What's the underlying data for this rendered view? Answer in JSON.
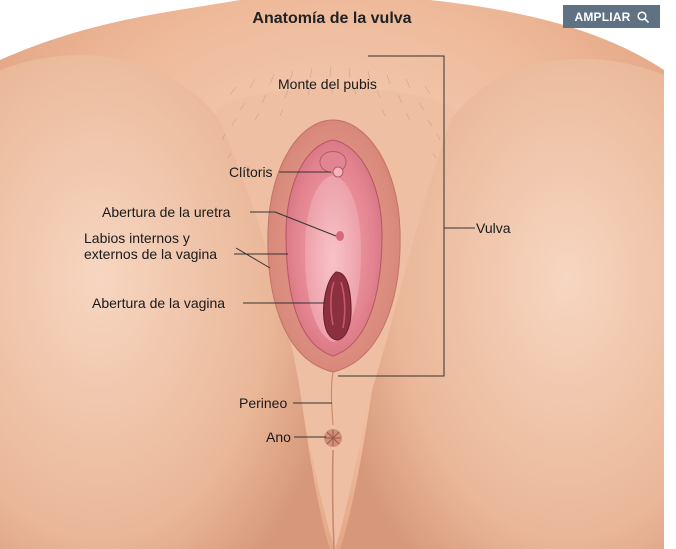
{
  "title": "Anatomía de la vulva",
  "zoom_button": {
    "label": "AMPLIAR",
    "icon": "search-icon"
  },
  "labels": {
    "mons_pubis": "Monte del pubis",
    "clitoris": "Clítoris",
    "urethra_opening": "Abertura de la uretra",
    "labia_line1": "Labios internos y",
    "labia_line2": "externos de la vagina",
    "vaginal_opening": "Abertura de la vagina",
    "vulva": "Vulva",
    "perineum": "Perineo",
    "anus": "Ano"
  },
  "colors": {
    "skin": "#f0c1a4",
    "skin_dark": "#d99e7f",
    "tissue": "#e48f97",
    "tissue_dark": "#b85563",
    "button_bg": "#5f7283"
  }
}
